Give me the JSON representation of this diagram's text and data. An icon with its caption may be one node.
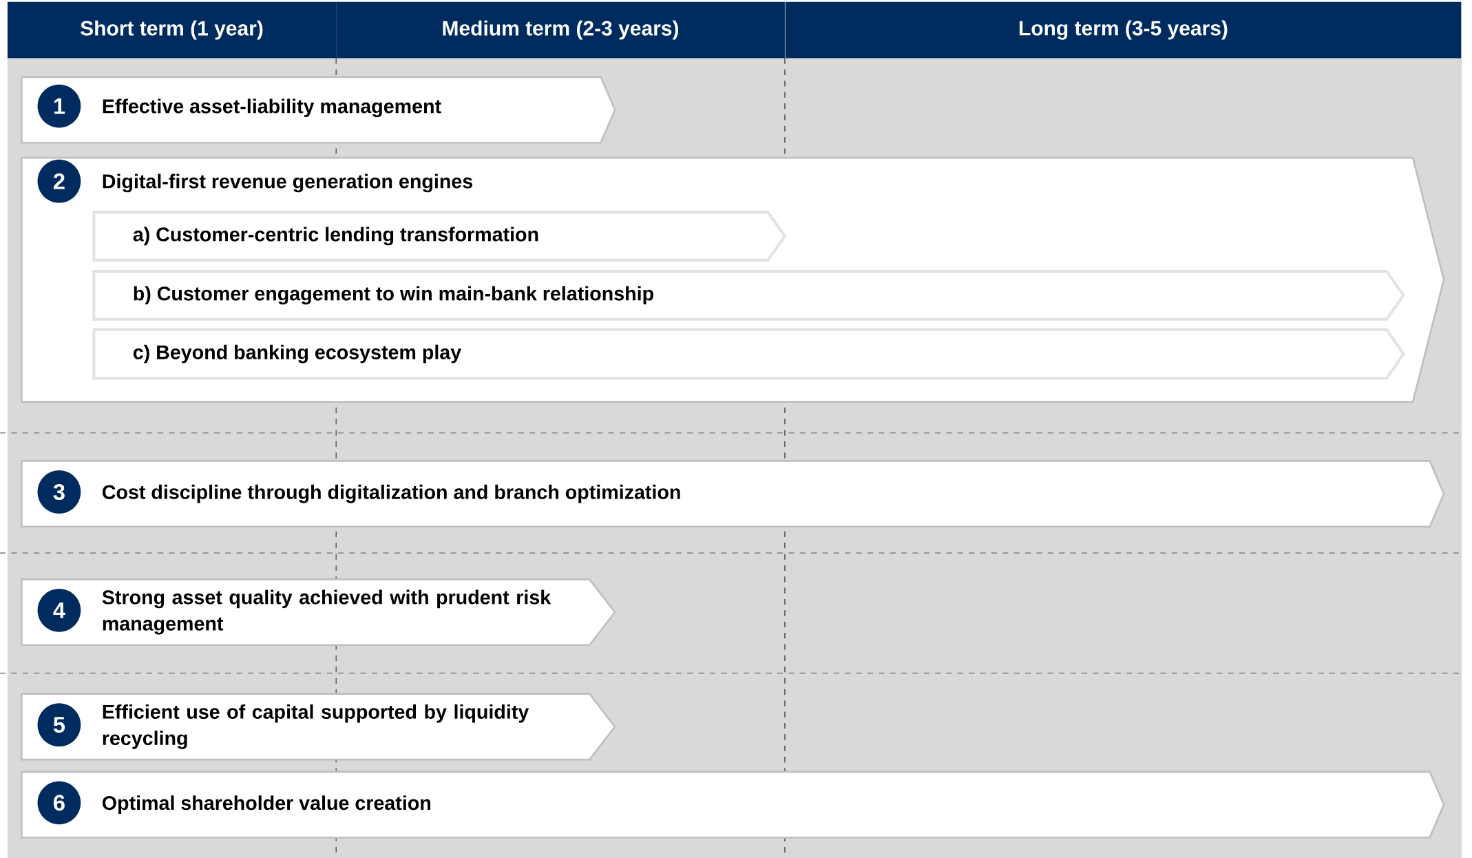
{
  "diagram": {
    "nodes": [
      {
        "text": [
          "Short term (1 year)"
        ]
      },
      {
        "text": [
          "Medium term (2-3 years)"
        ]
      },
      {
        "text": [
          "Long term (3-5 years)"
        ]
      },
      {
        "text": [
          "Effective asset-liability management"
        ]
      },
      {
        "text": [
          "1"
        ],
        "in": 3
      },
      {
        "text": [
          "Digital-first revenue generation engines"
        ]
      },
      {
        "text": [
          "2"
        ],
        "in": 5
      },
      {
        "text": [
          "a) Customer-centric lending transformation"
        ],
        "in": 5
      },
      {
        "text": [
          "b) Customer engagement to win main-bank relationship"
        ],
        "in": 5
      },
      {
        "text": [
          "c) Beyond banking ecosystem play"
        ],
        "in": 5
      },
      {
        "text": [
          "Cost discipline through digitalization and branch optimization"
        ]
      },
      {
        "text": [
          "3"
        ],
        "in": 10
      },
      {
        "text": [
          "Strong asset quality achieved with prudent risk management"
        ]
      },
      {
        "text": [
          "4"
        ],
        "in": 12
      },
      {
        "text": [
          "Efficient use of capital supported by liquidity recycling"
        ]
      },
      {
        "text": [
          "5"
        ],
        "in": 14
      },
      {
        "text": [
          "Optimal shareholder value creation"
        ]
      },
      {
        "text": [
          "6"
        ],
        "in": 16
      }
    ]
  }
}
